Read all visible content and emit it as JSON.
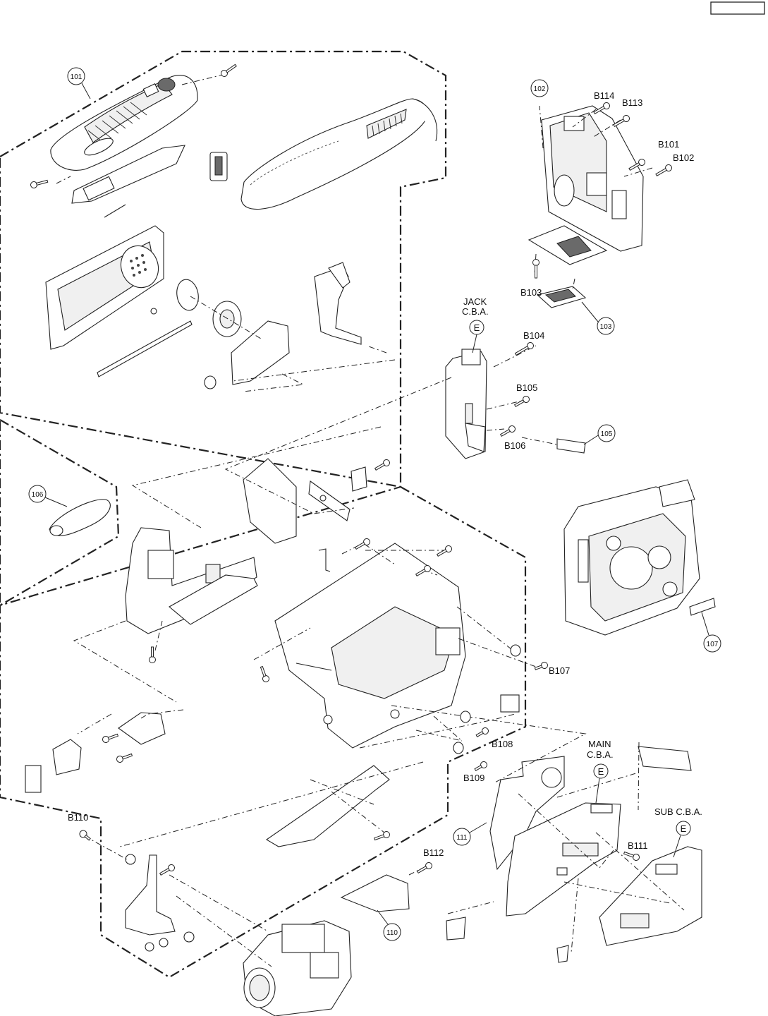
{
  "page": {
    "corner_box": ""
  },
  "callouts": [
    {
      "id": "101",
      "text": "101"
    },
    {
      "id": "102",
      "text": "102"
    },
    {
      "id": "103",
      "text": "103"
    },
    {
      "id": "105",
      "text": "105"
    },
    {
      "id": "106",
      "text": "106"
    },
    {
      "id": "107",
      "text": "107"
    },
    {
      "id": "110",
      "text": "110"
    },
    {
      "id": "111",
      "text": "111"
    }
  ],
  "screws": [
    "B101",
    "B102",
    "B103",
    "B104",
    "B105",
    "B106",
    "B107",
    "B108",
    "B109",
    "B110",
    "B111",
    "B112",
    "B113",
    "B114"
  ],
  "boards": {
    "jack_line1": "JACK",
    "jack_line2": "C.B.A.",
    "jack_badge": "E",
    "main_line1": "MAIN",
    "main_line2": "C.B.A.",
    "main_badge": "E",
    "sub_label": "SUB  C.B.A.",
    "sub_badge": "E"
  }
}
